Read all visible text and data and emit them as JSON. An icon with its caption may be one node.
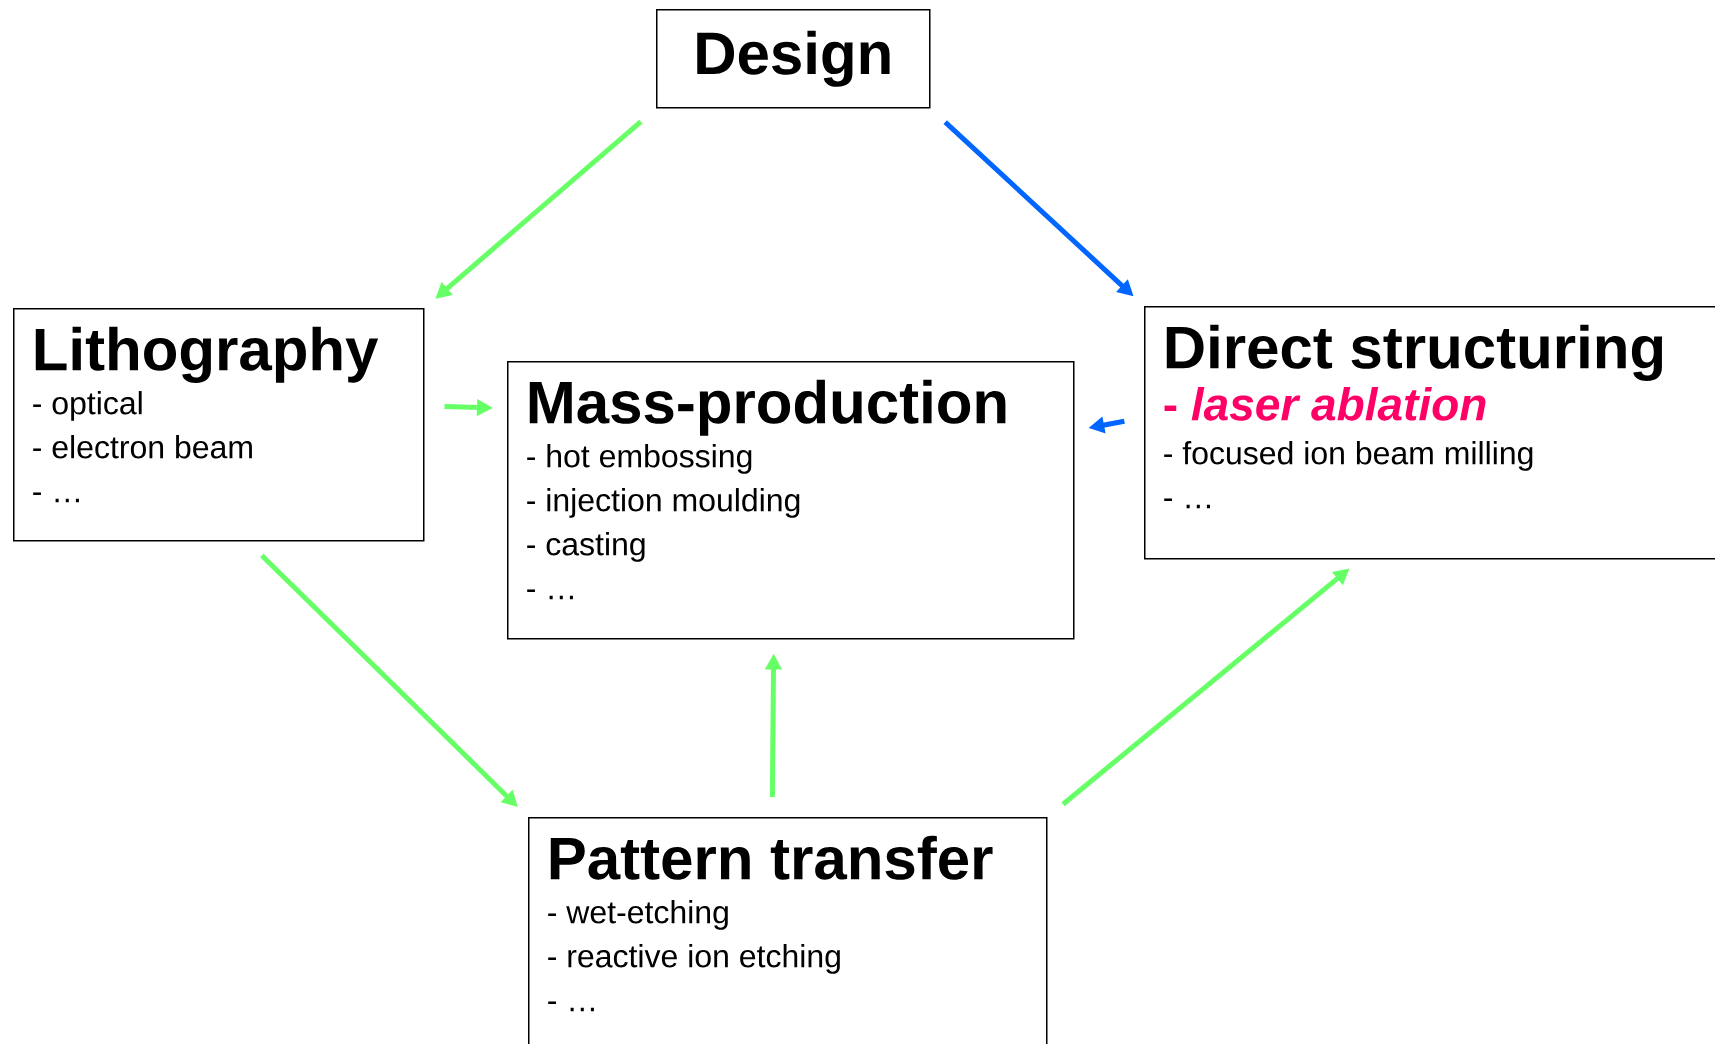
{
  "diagram": {
    "nodes": [
      {
        "text": [
          "Design"
        ]
      },
      {
        "text": [
          "Lithography",
          "- optical",
          "- electron beam",
          "- …"
        ]
      },
      {
        "text": [
          "Mass-production",
          "- hot embossing",
          "- injection moulding",
          "- casting",
          "- …"
        ]
      },
      {
        "text": [
          "Direct structuring",
          "- *laser ablation*",
          "- focused ion beam milling",
          "- …"
        ]
      },
      {
        "text": [
          "Pattern transfer",
          "- wet-etching",
          "- reactive ion etching",
          "- …"
        ]
      }
    ],
    "edges": [
      {
        "from": 0,
        "to": 1,
        "arrow": "to"
      },
      {
        "from": 0,
        "to": 3,
        "arrow": "to",
        "color": "#0066ff"
      },
      {
        "from": 1,
        "to": 2,
        "arrow": "to"
      },
      {
        "from": 3,
        "to": 2,
        "arrow": "to",
        "color": "#0066ff"
      },
      {
        "from": 1,
        "to": 4,
        "arrow": "to"
      },
      {
        "from": 4,
        "to": 2,
        "arrow": "to"
      },
      {
        "from": 4,
        "to": 3,
        "arrow": "to"
      }
    ]
  }
}
